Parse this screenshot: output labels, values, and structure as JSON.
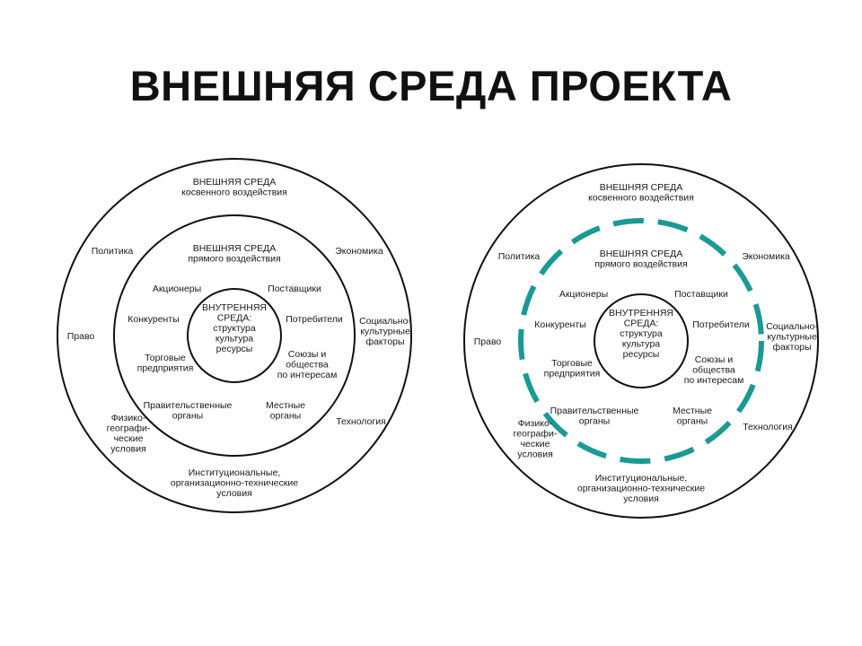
{
  "title": "ВНЕШНЯЯ СРЕДА ПРОЕКТА",
  "colors": {
    "text": "#111111",
    "circle": "#111111",
    "accent_dashed": "#1a9a94"
  },
  "diagram": {
    "indirect_env": [
      "ВНЕШНЯЯ СРЕДА",
      "косвенного воздействия"
    ],
    "direct_env": [
      "ВНЕШНЯЯ СРЕДА",
      "прямого воздействия"
    ],
    "internal_env": [
      "ВНУТРЕННЯЯ",
      "СРЕДА:",
      "структура",
      "культура",
      "ресурсы"
    ],
    "outer_factors": {
      "politics": [
        "Политика"
      ],
      "economics": [
        "Экономика"
      ],
      "law": [
        "Право"
      ],
      "sociocultural": [
        "Социально-",
        "культурные",
        "факторы"
      ],
      "technology": [
        "Технология"
      ],
      "physgeo": [
        "Физико-",
        "географи-",
        "ческие",
        "условия"
      ],
      "institutional": [
        "Институциональные,",
        "организационно-технические",
        "условия"
      ]
    },
    "inner_factors": {
      "shareholders": [
        "Акционеры"
      ],
      "suppliers": [
        "Поставщики"
      ],
      "competitors": [
        "Конкуренты"
      ],
      "consumers": [
        "Потребители"
      ],
      "trade": [
        "Торговые",
        "предприятия"
      ],
      "unions": [
        "Союзы и",
        "общества",
        "по интересам"
      ],
      "government": [
        "Правительственные",
        "органы"
      ],
      "local": [
        "Местные",
        "органы"
      ]
    }
  }
}
